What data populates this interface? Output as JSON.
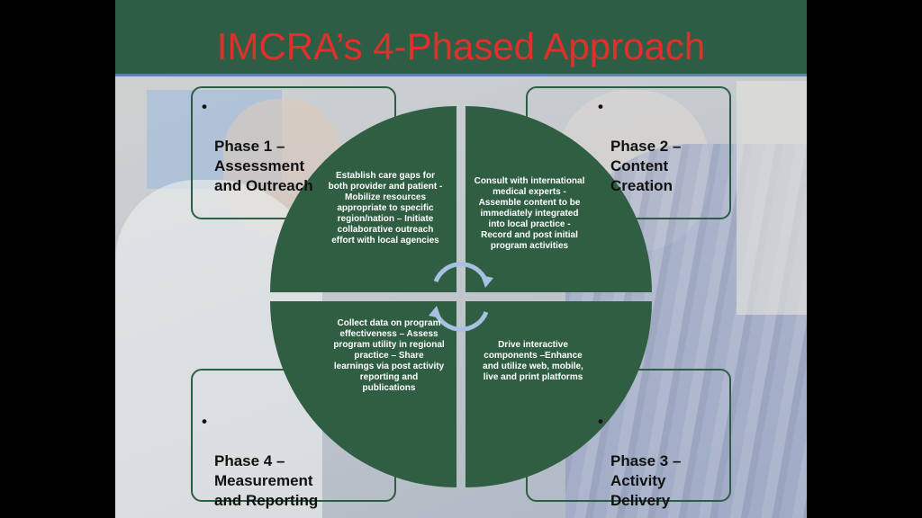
{
  "slide": {
    "title": "IMCRA’s 4-Phased Approach"
  },
  "colors": {
    "header_green": "#2e5d45",
    "quadrant_green": "#2f5e43",
    "title_red": "#e0302c",
    "arrow_blue": "#a7c1e0"
  },
  "phases": [
    {
      "label": "Phase 1 –\nAssessment\nand Outreach"
    },
    {
      "label": "Phase 2 –\nContent\nCreation"
    },
    {
      "label": "Phase 3 –\nActivity\nDelivery"
    },
    {
      "label": "Phase 4 –\nMeasurement\nand Reporting"
    }
  ],
  "quadrants": [
    {
      "text": "Establish care gaps for both provider and patient -  Mobilize resources appropriate to specific region/nation – Initiate collaborative outreach effort with local agencies"
    },
    {
      "text": "Consult with international medical experts - Assemble content to be immediately integrated into local practice - Record and post initial program activities"
    },
    {
      "text": "Drive interactive components –Enhance and utilize web, mobile, live and print platforms"
    },
    {
      "text": "Collect data on program effectiveness – Assess program utility in regional practice – Share learnings via post activity reporting and publications"
    }
  ],
  "icons": {
    "center": "cycle-arrows-icon",
    "bullet": "•"
  }
}
